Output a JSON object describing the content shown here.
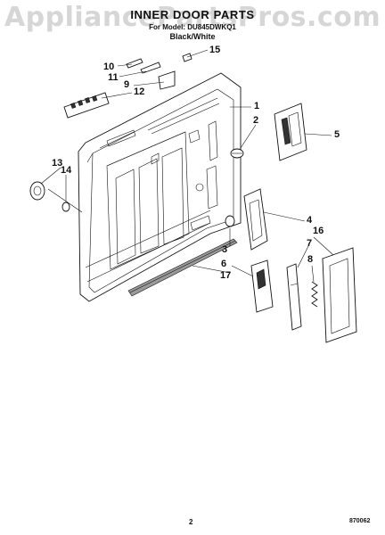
{
  "watermark": "AppliancePartsPros.com",
  "header": {
    "title": "INNER DOOR PARTS",
    "model": "For Model: DU845DWKQ1",
    "color": "Black/White"
  },
  "callouts": [
    "1",
    "2",
    "3",
    "4",
    "5",
    "6",
    "7",
    "8",
    "9",
    "10",
    "11",
    "12",
    "13",
    "14",
    "15",
    "16",
    "17"
  ],
  "footer": {
    "page": "2",
    "code": "870062"
  }
}
